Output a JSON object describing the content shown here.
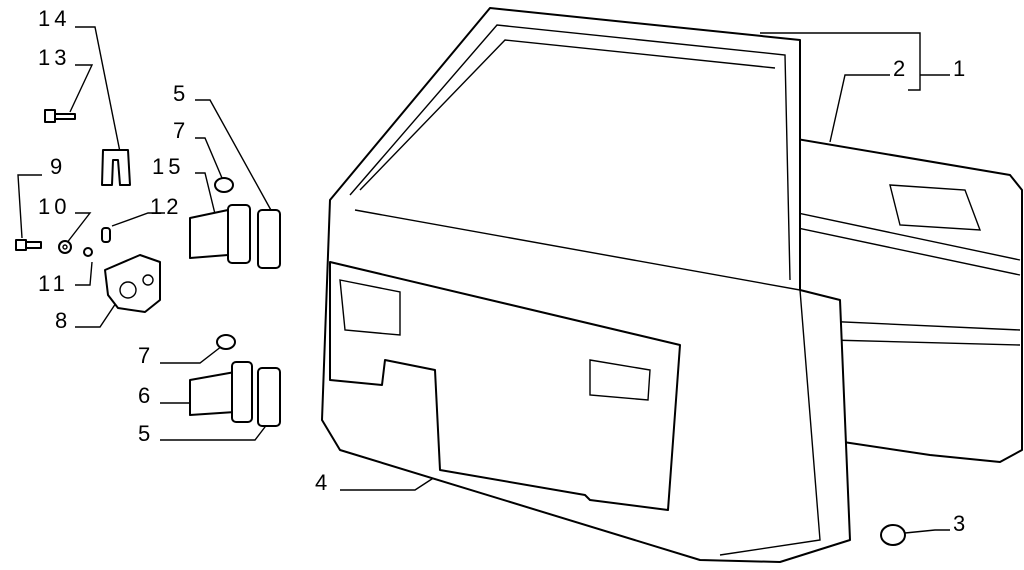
{
  "title": "Front door parts diagram",
  "callouts": [
    {
      "id": "c14",
      "label": "14"
    },
    {
      "id": "c13",
      "label": "13"
    },
    {
      "id": "c9",
      "label": "9"
    },
    {
      "id": "c10",
      "label": "10"
    },
    {
      "id": "c12",
      "label": "12"
    },
    {
      "id": "c11",
      "label": "11"
    },
    {
      "id": "c8",
      "label": "8"
    },
    {
      "id": "c5a",
      "label": "5"
    },
    {
      "id": "c7a",
      "label": "7"
    },
    {
      "id": "c15",
      "label": "15"
    },
    {
      "id": "c7b",
      "label": "7"
    },
    {
      "id": "c6",
      "label": "6"
    },
    {
      "id": "c5b",
      "label": "5"
    },
    {
      "id": "c2",
      "label": "2"
    },
    {
      "id": "c1",
      "label": "1"
    },
    {
      "id": "c4",
      "label": "4"
    },
    {
      "id": "c3",
      "label": "3"
    }
  ]
}
